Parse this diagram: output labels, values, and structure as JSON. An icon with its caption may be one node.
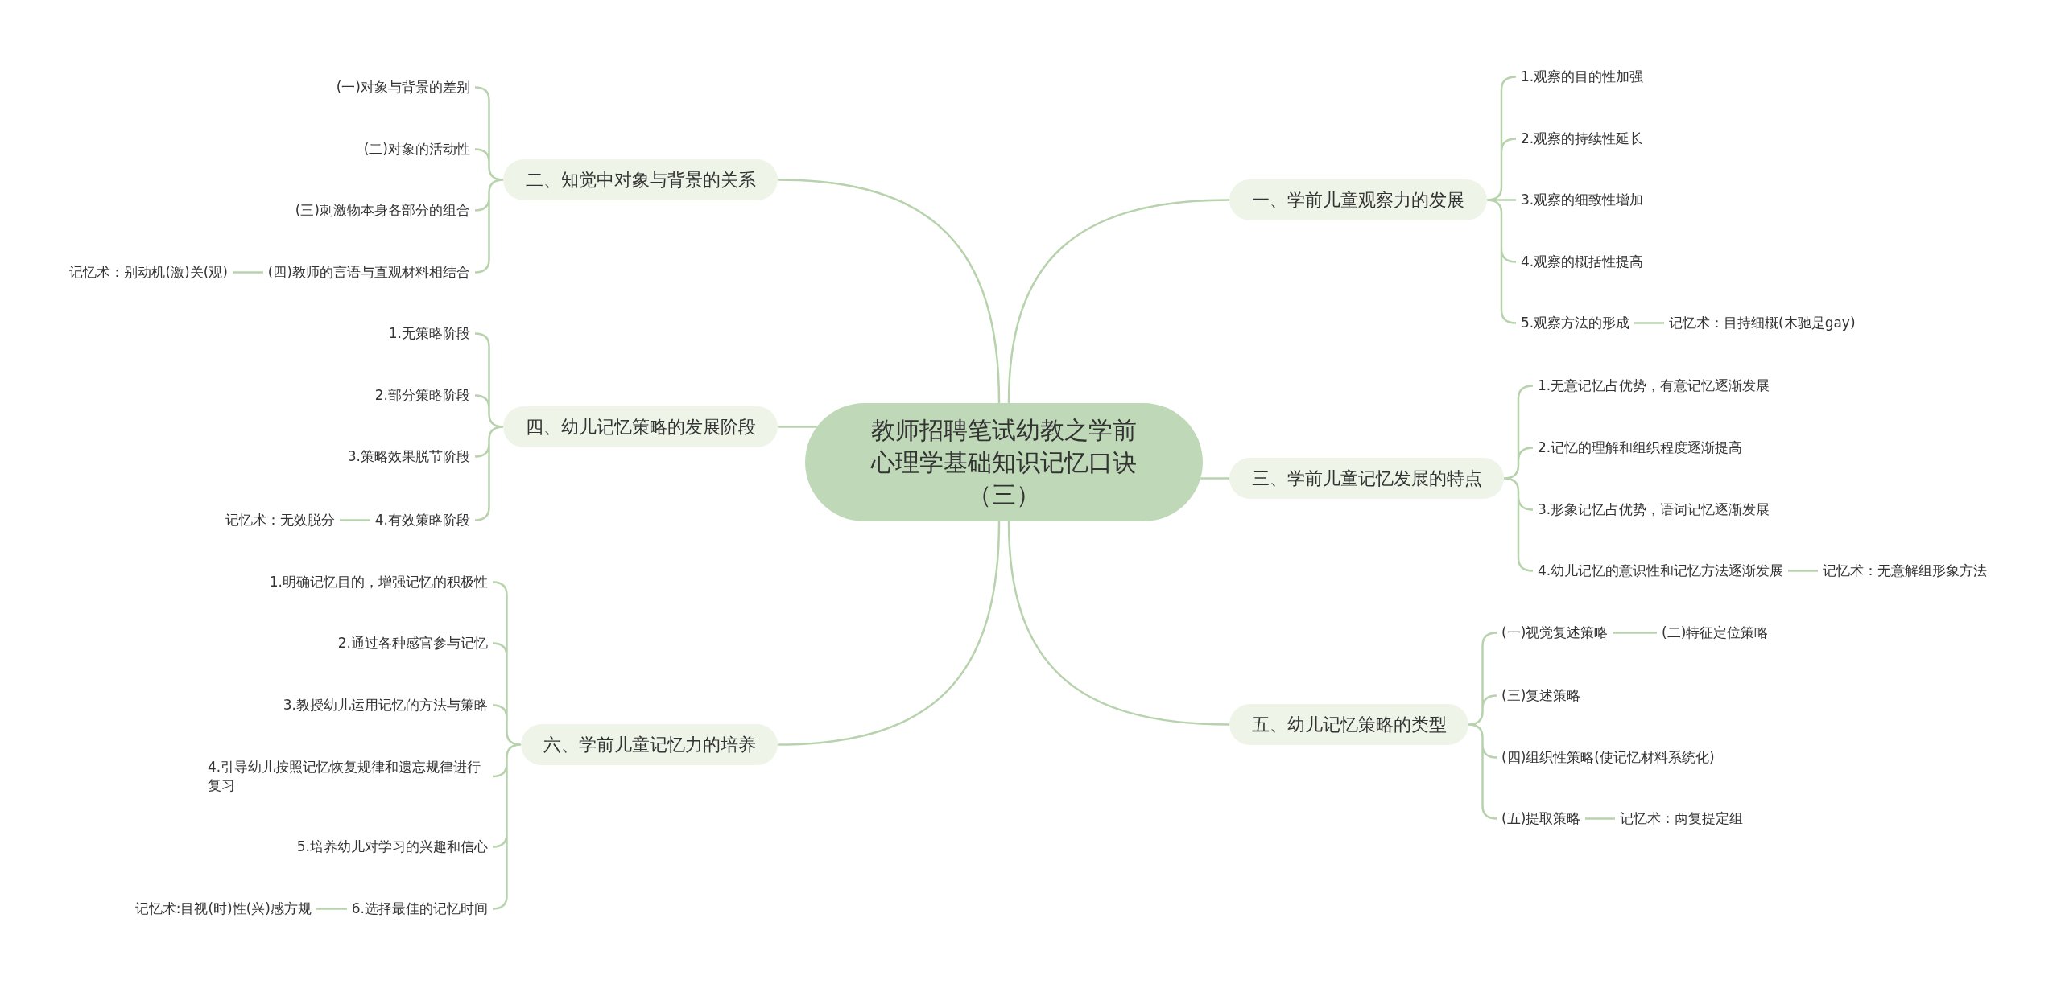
{
  "diagram": {
    "nodes": [
      {
        "text": [
          "教师招聘笔试幼教之学前心理学基础知识记忆口诀（三）"
        ]
      },
      {
        "text": [
          "一、学前儿童观察力的发展"
        ]
      },
      {
        "text": [
          "1.观察的目的性加强"
        ]
      },
      {
        "text": [
          "2.观察的持续性延长"
        ]
      },
      {
        "text": [
          "3.观察的细致性增加"
        ]
      },
      {
        "text": [
          "4.观察的概括性提高"
        ]
      },
      {
        "text": [
          "5.观察方法的形成"
        ]
      },
      {
        "text": [
          "记忆术：目持细概(木驰是gay)"
        ]
      },
      {
        "text": [
          "二、知觉中对象与背景的关系"
        ]
      },
      {
        "text": [
          "(一)对象与背景的差别"
        ]
      },
      {
        "text": [
          "(二)对象的活动性"
        ]
      },
      {
        "text": [
          "(三)刺激物本身各部分的组合"
        ]
      },
      {
        "text": [
          "(四)教师的言语与直观材料相结合"
        ]
      },
      {
        "text": [
          "记忆术：别动机(激)关(观)"
        ]
      },
      {
        "text": [
          "三、学前儿童记忆发展的特点"
        ]
      },
      {
        "text": [
          "1.无意记忆占优势，有意记忆逐渐发展"
        ]
      },
      {
        "text": [
          "2.记忆的理解和组织程度逐渐提高"
        ]
      },
      {
        "text": [
          "3.形象记忆占优势，语词记忆逐渐发展"
        ]
      },
      {
        "text": [
          "4.幼儿记忆的意识性和记忆方法逐渐发展"
        ]
      },
      {
        "text": [
          "记忆术：无意解组形象方法"
        ]
      },
      {
        "text": [
          "四、幼儿记忆策略的发展阶段"
        ]
      },
      {
        "text": [
          "1.无策略阶段"
        ]
      },
      {
        "text": [
          "2.部分策略阶段"
        ]
      },
      {
        "text": [
          "3.策略效果脱节阶段"
        ]
      },
      {
        "text": [
          "4.有效策略阶段"
        ]
      },
      {
        "text": [
          "记忆术：无效脱分"
        ]
      },
      {
        "text": [
          "五、幼儿记忆策略的类型"
        ]
      },
      {
        "text": [
          "(一)视觉复述策略"
        ]
      },
      {
        "text": [
          "(二)特征定位策略"
        ]
      },
      {
        "text": [
          "(三)复述策略"
        ]
      },
      {
        "text": [
          "(四)组织性策略(使记忆材料系统化)"
        ]
      },
      {
        "text": [
          "(五)提取策略"
        ]
      },
      {
        "text": [
          "记忆术：两复提定组"
        ]
      },
      {
        "text": [
          "六、学前儿童记忆力的培养"
        ]
      },
      {
        "text": [
          "1.明确记忆目的，增强记忆的积极性"
        ]
      },
      {
        "text": [
          "2.通过各种感官参与记忆"
        ]
      },
      {
        "text": [
          "3.教授幼儿运用记忆的方法与策略"
        ]
      },
      {
        "text": [
          "4.引导幼儿按照记忆恢复规律和遗忘规律进行复习"
        ]
      },
      {
        "text": [
          "5.培养幼儿对学习的兴趣和信心"
        ]
      },
      {
        "text": [
          "6.选择最佳的记忆时间"
        ]
      },
      {
        "text": [
          "记忆术:目视(时)性(兴)感方规"
        ]
      }
    ],
    "edges": [
      {
        "from": 0,
        "to": 1,
        "arrow": "none"
      },
      {
        "from": 1,
        "to": 2,
        "arrow": "none"
      },
      {
        "from": 1,
        "to": 3,
        "arrow": "none"
      },
      {
        "from": 1,
        "to": 4,
        "arrow": "none"
      },
      {
        "from": 1,
        "to": 5,
        "arrow": "none"
      },
      {
        "from": 1,
        "to": 6,
        "arrow": "none"
      },
      {
        "from": 6,
        "to": 7,
        "arrow": "none"
      },
      {
        "from": 0,
        "to": 8,
        "arrow": "none"
      },
      {
        "from": 8,
        "to": 9,
        "arrow": "none"
      },
      {
        "from": 8,
        "to": 10,
        "arrow": "none"
      },
      {
        "from": 8,
        "to": 11,
        "arrow": "none"
      },
      {
        "from": 8,
        "to": 12,
        "arrow": "none"
      },
      {
        "from": 12,
        "to": 13,
        "arrow": "none"
      },
      {
        "from": 0,
        "to": 14,
        "arrow": "none"
      },
      {
        "from": 14,
        "to": 15,
        "arrow": "none"
      },
      {
        "from": 14,
        "to": 16,
        "arrow": "none"
      },
      {
        "from": 14,
        "to": 17,
        "arrow": "none"
      },
      {
        "from": 14,
        "to": 18,
        "arrow": "none"
      },
      {
        "from": 18,
        "to": 19,
        "arrow": "none"
      },
      {
        "from": 0,
        "to": 20,
        "arrow": "none"
      },
      {
        "from": 20,
        "to": 21,
        "arrow": "none"
      },
      {
        "from": 20,
        "to": 22,
        "arrow": "none"
      },
      {
        "from": 20,
        "to": 23,
        "arrow": "none"
      },
      {
        "from": 20,
        "to": 24,
        "arrow": "none"
      },
      {
        "from": 24,
        "to": 25,
        "arrow": "none"
      },
      {
        "from": 0,
        "to": 26,
        "arrow": "none"
      },
      {
        "from": 26,
        "to": 27,
        "arrow": "none"
      },
      {
        "from": 27,
        "to": 28,
        "arrow": "none"
      },
      {
        "from": 26,
        "to": 29,
        "arrow": "none"
      },
      {
        "from": 26,
        "to": 30,
        "arrow": "none"
      },
      {
        "from": 26,
        "to": 31,
        "arrow": "none"
      },
      {
        "from": 31,
        "to": 32,
        "arrow": "none"
      },
      {
        "from": 0,
        "to": 33,
        "arrow": "none"
      },
      {
        "from": 33,
        "to": 34,
        "arrow": "none"
      },
      {
        "from": 33,
        "to": 35,
        "arrow": "none"
      },
      {
        "from": 33,
        "to": 36,
        "arrow": "none"
      },
      {
        "from": 33,
        "to": 37,
        "arrow": "none"
      },
      {
        "from": 33,
        "to": 38,
        "arrow": "none"
      },
      {
        "from": 33,
        "to": 39,
        "arrow": "none"
      },
      {
        "from": 39,
        "to": 40,
        "arrow": "none"
      }
    ]
  }
}
